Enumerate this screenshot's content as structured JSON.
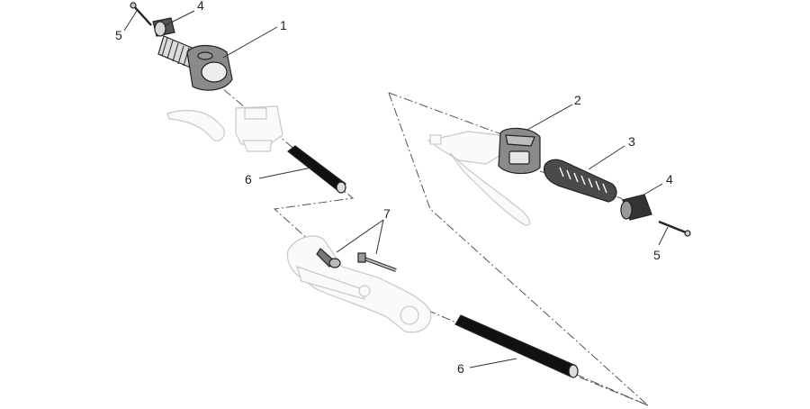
{
  "diagram": {
    "callouts": [
      {
        "id": "c1",
        "label": "1"
      },
      {
        "id": "c2",
        "label": "2"
      },
      {
        "id": "c3",
        "label": "3"
      },
      {
        "id": "c4a",
        "label": "4"
      },
      {
        "id": "c4b",
        "label": "4"
      },
      {
        "id": "c5a",
        "label": "5"
      },
      {
        "id": "c5b",
        "label": "5"
      },
      {
        "id": "c6a",
        "label": "6"
      },
      {
        "id": "c6b",
        "label": "6"
      },
      {
        "id": "c7",
        "label": "7"
      }
    ]
  }
}
